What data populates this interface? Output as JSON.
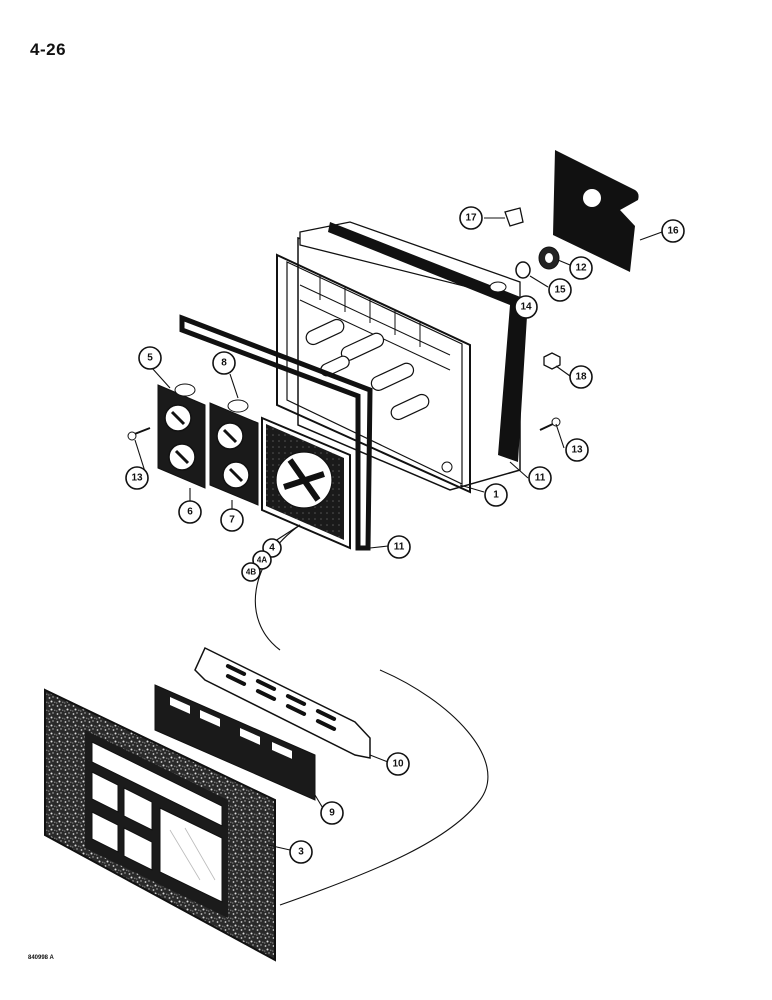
{
  "page": {
    "number": "4-26",
    "figure_code": "840998 A"
  },
  "callouts": [
    {
      "id": "c1",
      "label": "1"
    },
    {
      "id": "c3",
      "label": "3"
    },
    {
      "id": "c4",
      "label": "4"
    },
    {
      "id": "c4a",
      "label": "4A"
    },
    {
      "id": "c4b",
      "label": "4B"
    },
    {
      "id": "c5",
      "label": "5"
    },
    {
      "id": "c6",
      "label": "6"
    },
    {
      "id": "c7",
      "label": "7"
    },
    {
      "id": "c8",
      "label": "8"
    },
    {
      "id": "c9",
      "label": "9"
    },
    {
      "id": "c10",
      "label": "10"
    },
    {
      "id": "c11a",
      "label": "11"
    },
    {
      "id": "c11b",
      "label": "11"
    },
    {
      "id": "c12",
      "label": "12"
    },
    {
      "id": "c13a",
      "label": "13"
    },
    {
      "id": "c13b",
      "label": "13"
    },
    {
      "id": "c14",
      "label": "14"
    },
    {
      "id": "c15",
      "label": "15"
    },
    {
      "id": "c16",
      "label": "16"
    },
    {
      "id": "c17",
      "label": "17"
    },
    {
      "id": "c18",
      "label": "18"
    }
  ]
}
